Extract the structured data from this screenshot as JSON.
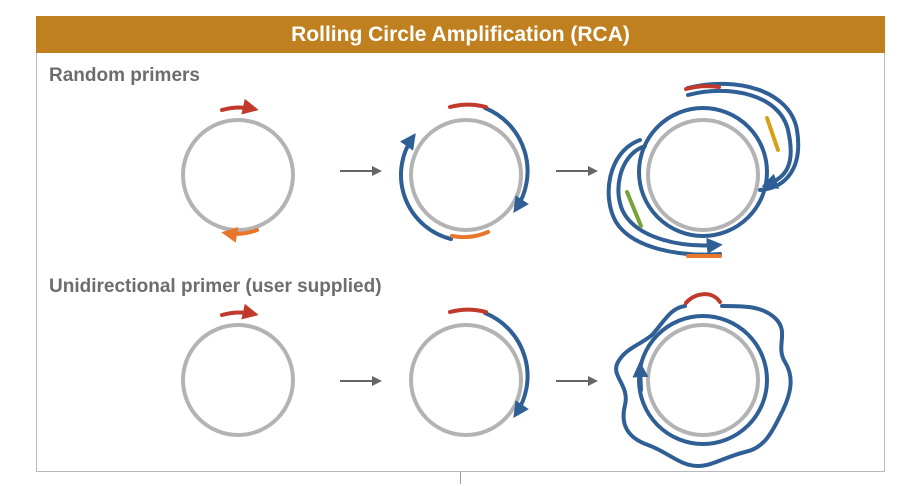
{
  "header": {
    "title": "Rolling Circle Amplification (RCA)"
  },
  "sections": {
    "random": {
      "label": "Random primers"
    },
    "unidirectional": {
      "label": "Unidirectional primer (user supplied)"
    }
  },
  "colors": {
    "banner": "#c0801f",
    "template_circle": "#b3b3b3",
    "synthesized_strand": "#2f5f95",
    "primer_forward": "#c0392b",
    "primer_reverse": "#e8762b",
    "primer_gold": "#d4a017",
    "primer_green": "#7aa23a",
    "step_arrow": "#666666"
  },
  "icons": [
    "step-arrow-icon"
  ]
}
